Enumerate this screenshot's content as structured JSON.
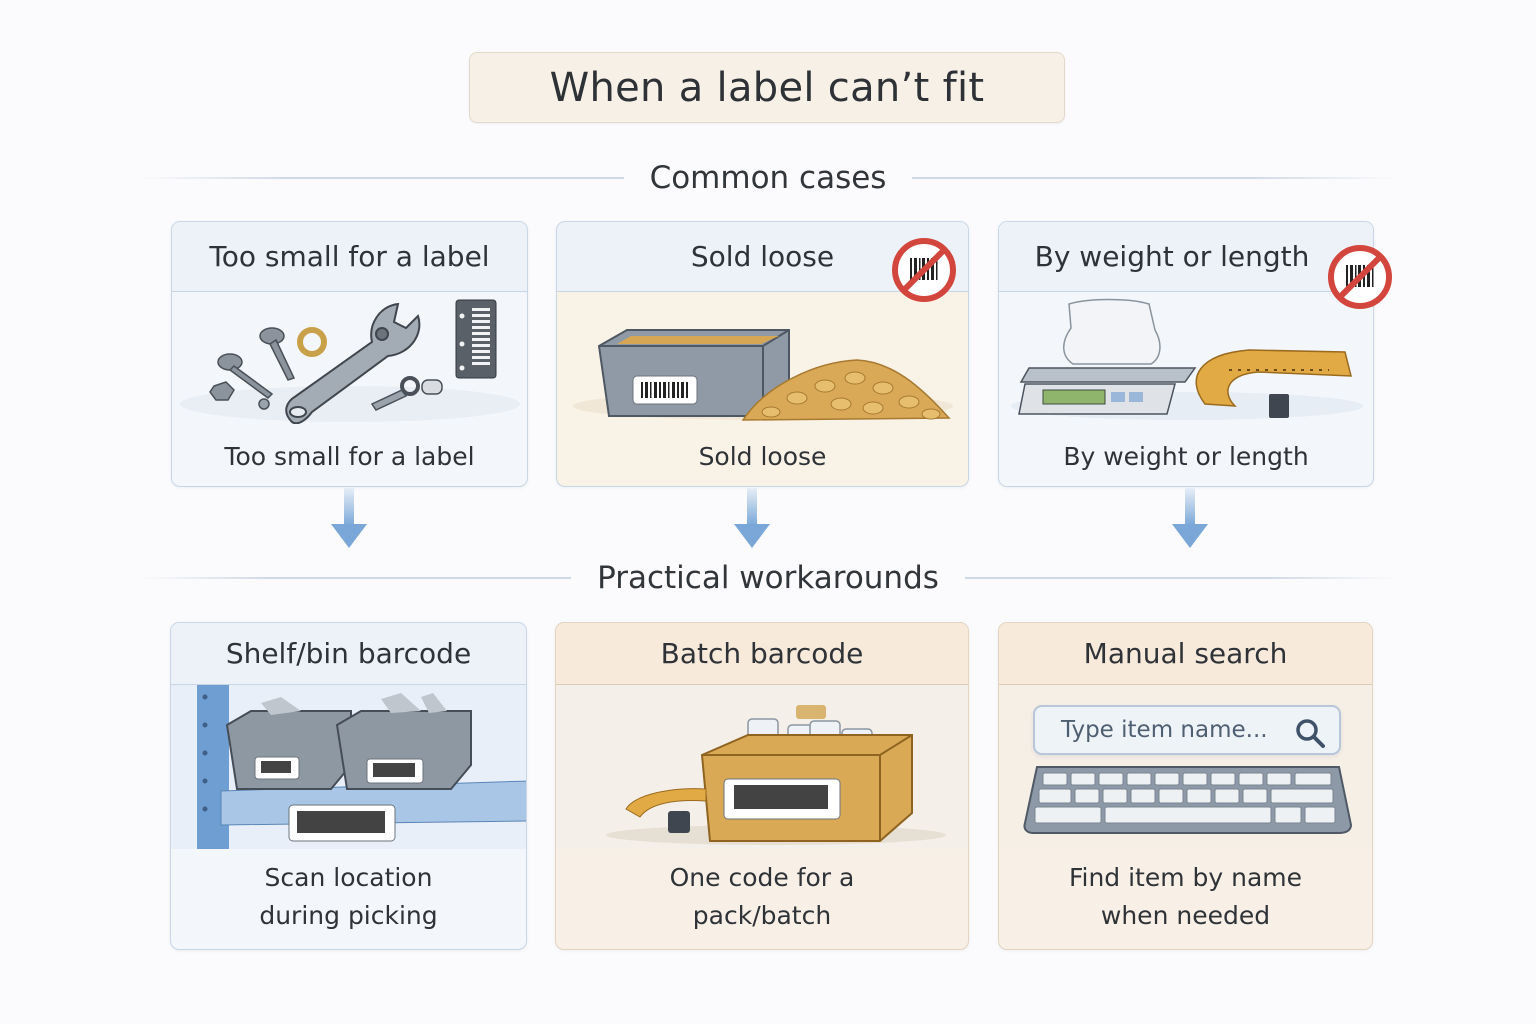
{
  "title": "When a label can’t fit",
  "sections": {
    "cases_label": "Common cases",
    "workarounds_label": "Practical workarounds"
  },
  "cases": [
    {
      "header": "Too small for a label",
      "caption": "Too small for a label",
      "illustration": "small-hardware-icon",
      "no_barcode_badge": false
    },
    {
      "header": "Sold loose",
      "caption": "Sold loose",
      "illustration": "loose-bulk-bin-icon",
      "no_barcode_badge": true
    },
    {
      "header": "By weight or length",
      "caption": "By weight or length",
      "illustration": "scale-and-tape-measure-icon",
      "no_barcode_badge": true
    }
  ],
  "workarounds": [
    {
      "header": "Shelf/bin barcode",
      "caption_line1": "Scan location",
      "caption_line2": "during picking",
      "illustration": "shelf-bins-barcode-icon"
    },
    {
      "header": "Batch barcode",
      "caption_line1": "One code for a",
      "caption_line2": "pack/batch",
      "illustration": "batch-box-barcode-icon"
    },
    {
      "header": "Manual search",
      "caption_line1": "Find item by name",
      "caption_line2": "when needed",
      "illustration": "keyboard-search-icon",
      "search_placeholder": "Type item name..."
    }
  ],
  "colors": {
    "arrow": "#7aa7d8",
    "no_barcode_red": "#d2463d",
    "cool_header": "#edf2f8",
    "warm_header": "#f7eadb"
  }
}
